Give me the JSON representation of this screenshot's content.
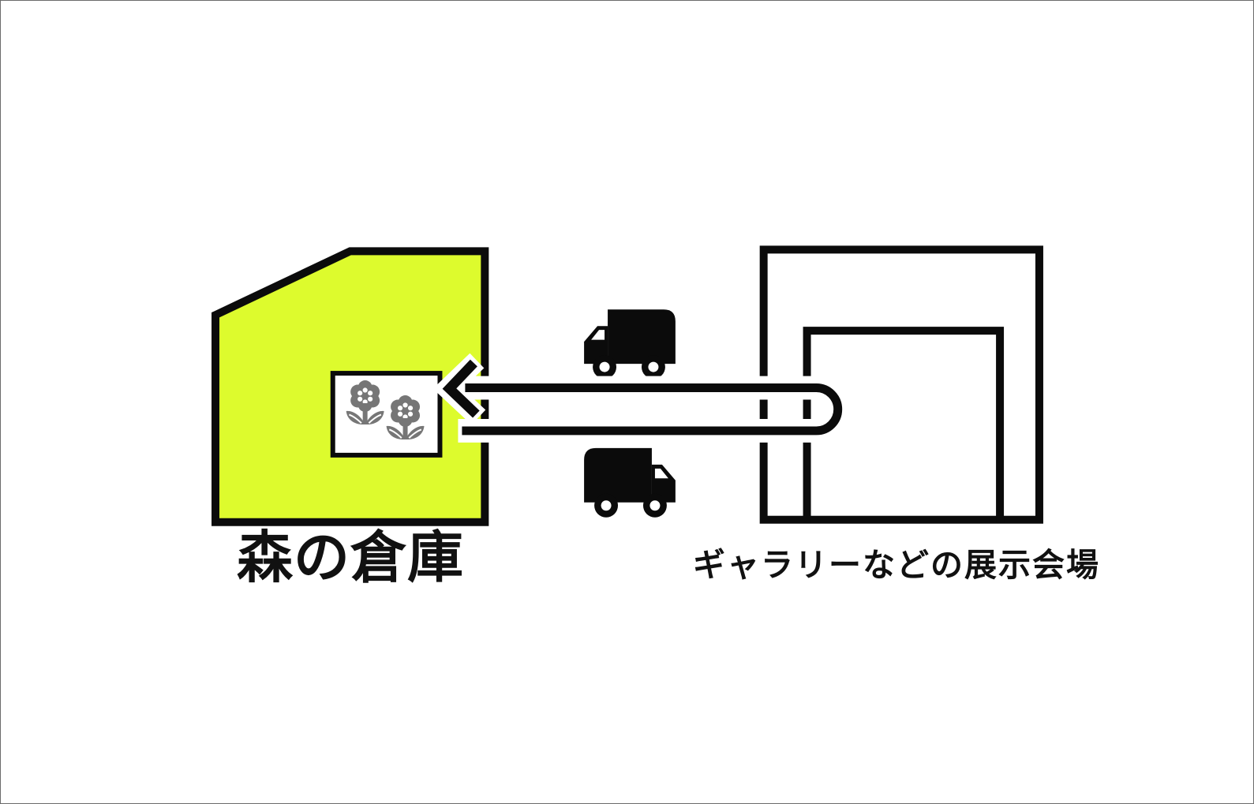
{
  "page": {
    "background": "#FFFFFF",
    "border_color": "#6B6B6B"
  },
  "colors": {
    "warehouse_fill": "#DDFB2D",
    "outline_black": "#0B0B0B",
    "flower_gray": "#767676",
    "white": "#FFFFFF"
  },
  "labels": {
    "warehouse": "森の倉庫",
    "gallery": "ギャラリーなどの展示会場"
  },
  "icons": {
    "warehouse_shape": "warehouse-building-shape",
    "gallery_shape": "gallery-building-shape",
    "flower_box": "flower-box",
    "flower": "flower-icon",
    "truck_top": "truck-left-facing-icon",
    "truck_bottom": "truck-right-facing-icon",
    "arrow": "u-turn-arrow",
    "arrow_head": "arrow-head-left-icon"
  }
}
